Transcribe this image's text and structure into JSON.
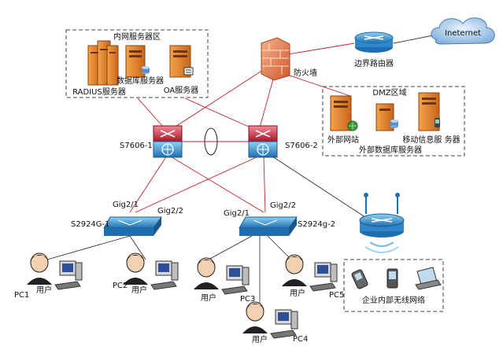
{
  "zones": {
    "intranet": "内网服务器区",
    "dmz": "DMZ区域",
    "wireless": "企业内部无线网络"
  },
  "cloud": "Ineternet",
  "devices": {
    "border_router": "边界路由器",
    "firewall": "防火墙",
    "core1": "S7606-1",
    "core2": "S7606-2",
    "access1": "S2924G-1",
    "access2": "S2924g-2"
  },
  "servers": {
    "radius": "RADIUS服务器",
    "database": "数据库服务器",
    "oa": "OA服务器",
    "external_site": "外部网站",
    "external_db": "外部数据库服务器",
    "mobile_info": "移动信息服 务器"
  },
  "ports": {
    "a1_left": "Gig2/1",
    "a1_right": "Gig2/2",
    "a2_left": "Gig2/1",
    "a2_right": "Gig2/2"
  },
  "clients": [
    {
      "pc": "PC1",
      "user": "用户"
    },
    {
      "pc": "PC2",
      "user": "用户"
    },
    {
      "pc": "PC3",
      "user": "用户"
    },
    {
      "pc": "PC4",
      "user": "用户"
    },
    {
      "pc": "PC5",
      "user": "用户"
    }
  ],
  "colors": {
    "link": "#c0262a",
    "server": "#d9822b",
    "switch": "#2f86c8",
    "core": "#c73040",
    "firewall": "#e07a4a"
  }
}
